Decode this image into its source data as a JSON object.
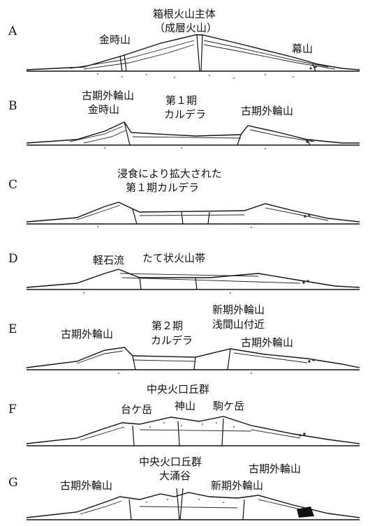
{
  "panels": [
    {
      "letter": "A",
      "labels": [
        "箱根火山主体",
        "（成層火山）",
        "金時山",
        "幕山"
      ]
    },
    {
      "letter": "B",
      "labels": [
        "古期外輪山",
        "金時山",
        "第１期",
        "カルデラ",
        "古期外輪山"
      ]
    },
    {
      "letter": "C",
      "labels": [
        "浸食により拡大された",
        "第１期カルデラ"
      ]
    },
    {
      "letter": "D",
      "labels": [
        "軽石流",
        "たて状火山帯"
      ]
    },
    {
      "letter": "E",
      "labels": [
        "新期外輪山",
        "浅間山付近",
        "古期外輪山",
        "第２期",
        "カルデラ",
        "古期外輪山"
      ]
    },
    {
      "letter": "F",
      "labels": [
        "中央火口丘群",
        "台ケ岳",
        "神山",
        "駒ケ岳"
      ]
    },
    {
      "letter": "G",
      "labels": [
        "中央火口丘群",
        "古期外輪山",
        "大涌谷",
        "古期外輪山",
        "新期外輪山"
      ]
    }
  ]
}
